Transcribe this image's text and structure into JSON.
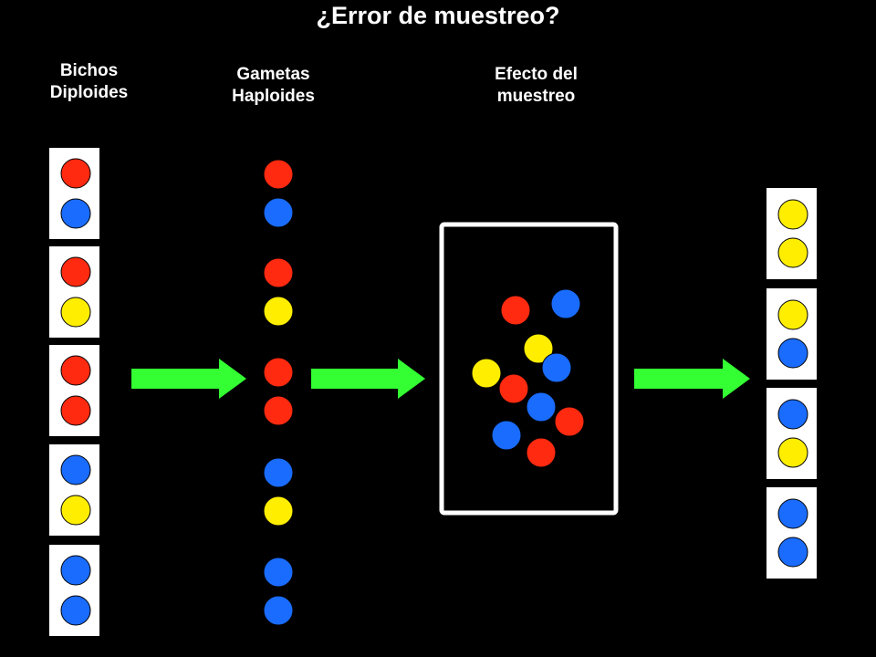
{
  "title": "¿Error de muestreo?",
  "labels": {
    "diploid": "Bichos\nDiploides",
    "haploid": "Gametas\nHaploides",
    "sampling": "Efecto del\nmuestreo"
  },
  "colors": {
    "red": "#ff2a10",
    "blue": "#1a6cff",
    "yellow": "#ffee00",
    "arrow": "#33ff33",
    "card": "#ffffff",
    "outline": "#000000"
  },
  "diploid_individuals": [
    [
      "red",
      "blue"
    ],
    [
      "red",
      "yellow"
    ],
    [
      "red",
      "red"
    ],
    [
      "blue",
      "yellow"
    ],
    [
      "blue",
      "blue"
    ]
  ],
  "haploid_gametes": [
    [
      "red",
      "blue"
    ],
    [
      "red",
      "yellow"
    ],
    [
      "red",
      "red"
    ],
    [
      "blue",
      "yellow"
    ],
    [
      "blue",
      "blue"
    ]
  ],
  "sample_pool": [
    "red",
    "blue",
    "yellow",
    "yellow",
    "blue",
    "red",
    "blue",
    "red",
    "blue",
    "red"
  ],
  "offspring_individuals": [
    [
      "yellow",
      "yellow"
    ],
    [
      "yellow",
      "blue"
    ],
    [
      "blue",
      "yellow"
    ],
    [
      "blue",
      "blue"
    ]
  ]
}
